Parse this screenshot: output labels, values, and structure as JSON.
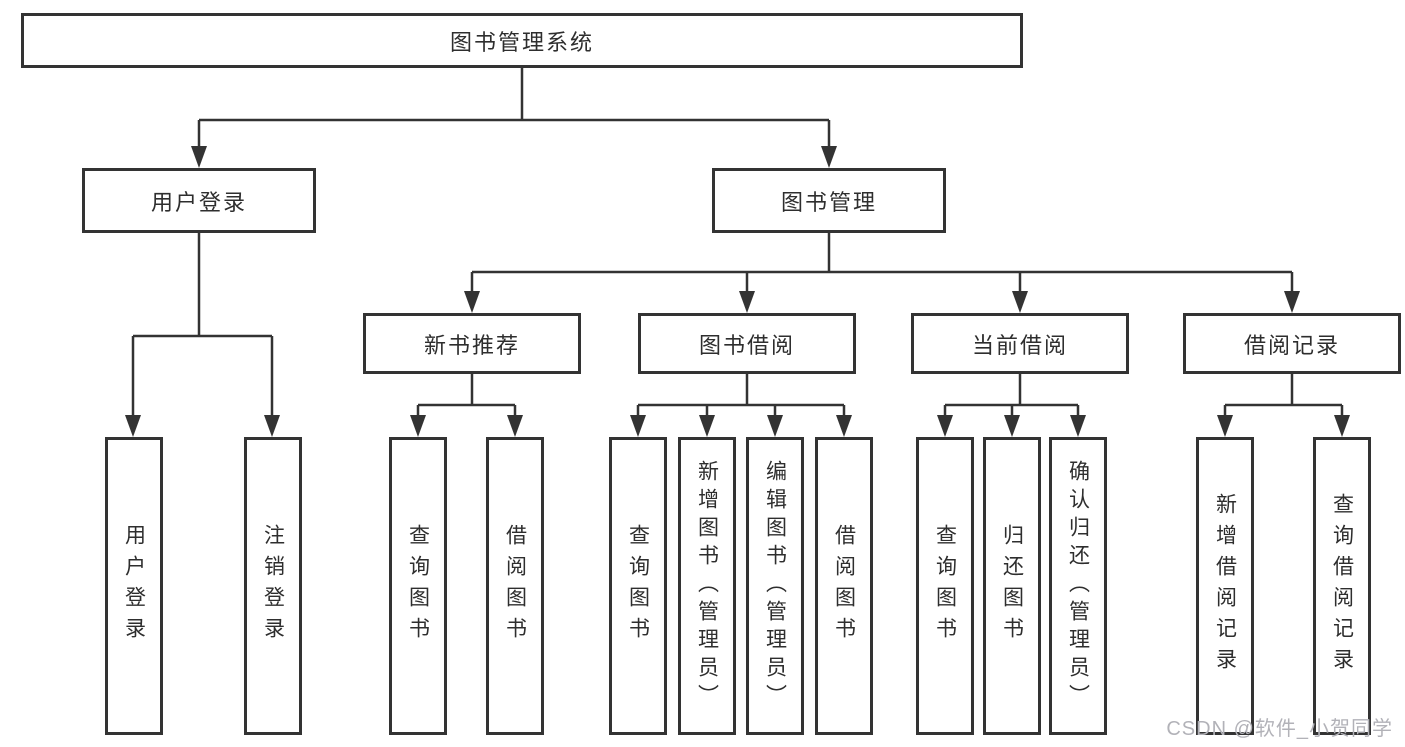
{
  "diagram": {
    "root": {
      "label": "图书管理系统"
    },
    "branches": [
      {
        "label": "用户登录",
        "children": [
          {
            "label": "用户登录"
          },
          {
            "label": "注销登录"
          }
        ]
      },
      {
        "label": "图书管理",
        "children": [
          {
            "label": "新书推荐",
            "children": [
              {
                "label": "查询图书"
              },
              {
                "label": "借阅图书"
              }
            ]
          },
          {
            "label": "图书借阅",
            "children": [
              {
                "label": "查询图书"
              },
              {
                "label": "新增图书（管理员）"
              },
              {
                "label": "编辑图书（管理员）"
              },
              {
                "label": "借阅图书"
              }
            ]
          },
          {
            "label": "当前借阅",
            "children": [
              {
                "label": "查询图书"
              },
              {
                "label": "归还图书"
              },
              {
                "label": "确认归还（管理员）"
              }
            ]
          },
          {
            "label": "借阅记录",
            "children": [
              {
                "label": "新增借阅记录"
              },
              {
                "label": "查询借阅记录"
              }
            ]
          }
        ]
      }
    ]
  },
  "watermark": "CSDN @软件_小贺同学",
  "colors": {
    "line": "#333333",
    "text": "#2e2e2e",
    "watermark": "#b2b2b8",
    "background": "#ffffff"
  }
}
